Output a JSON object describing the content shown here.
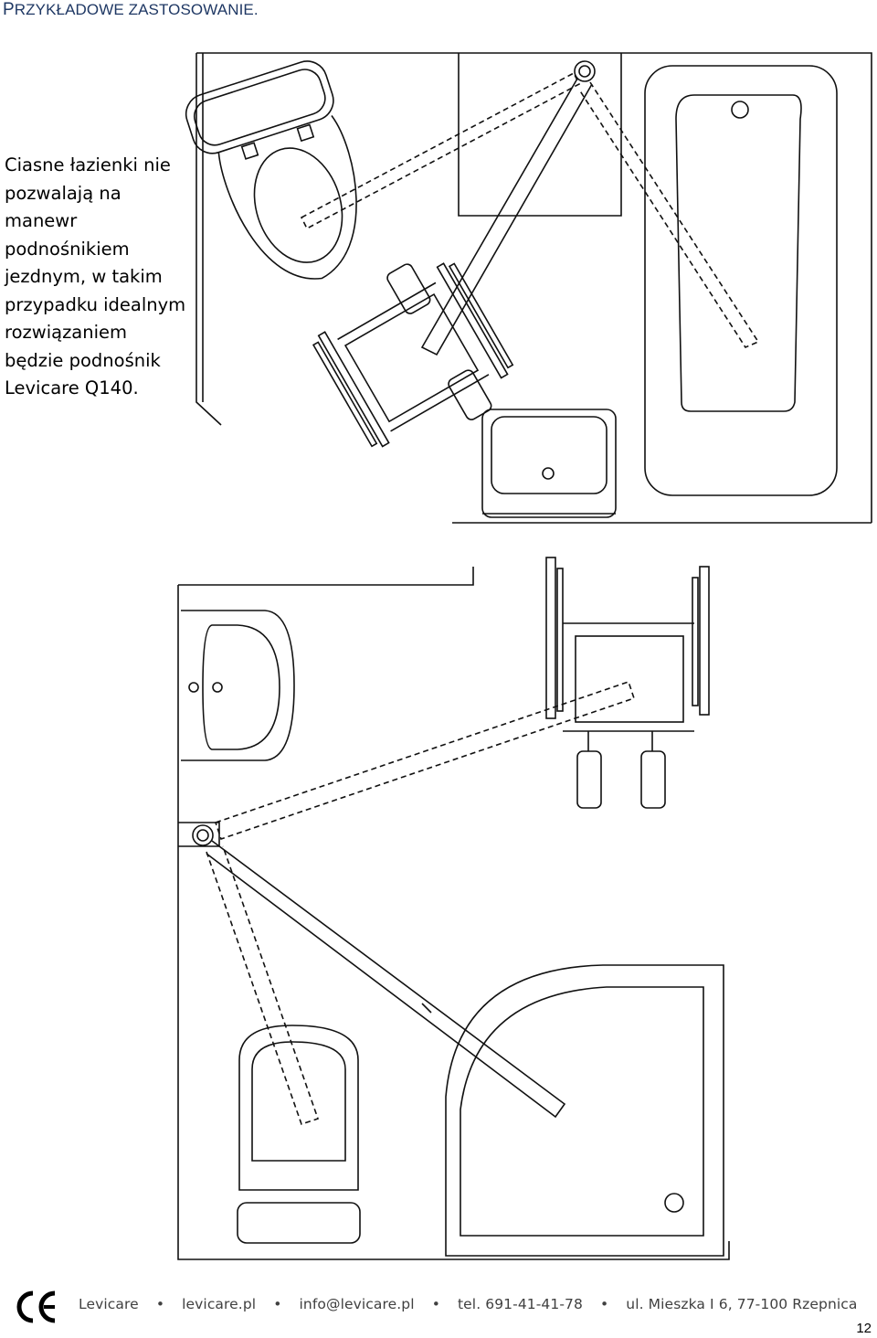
{
  "heading": {
    "first_letter": "P",
    "rest": "RZYKŁADOWE ZASTOSOWANIE."
  },
  "description": [
    "Ciasne łazienki nie",
    "pozwalają na",
    "manewr",
    "podnośnikiem",
    "jezdnym, w takim",
    "przypadku idealnym",
    "rozwiązaniem",
    "będzie podnośnik",
    "Levicare Q140."
  ],
  "footer": {
    "brand": "Levicare",
    "website": "levicare.pl",
    "email": "info@levicare.pl",
    "phone": "tel. 691-41-41-78",
    "address": "ul. Mieszka I 6, 77-100 Rzepnica",
    "ce_mark": "CE"
  },
  "page_number": "12"
}
